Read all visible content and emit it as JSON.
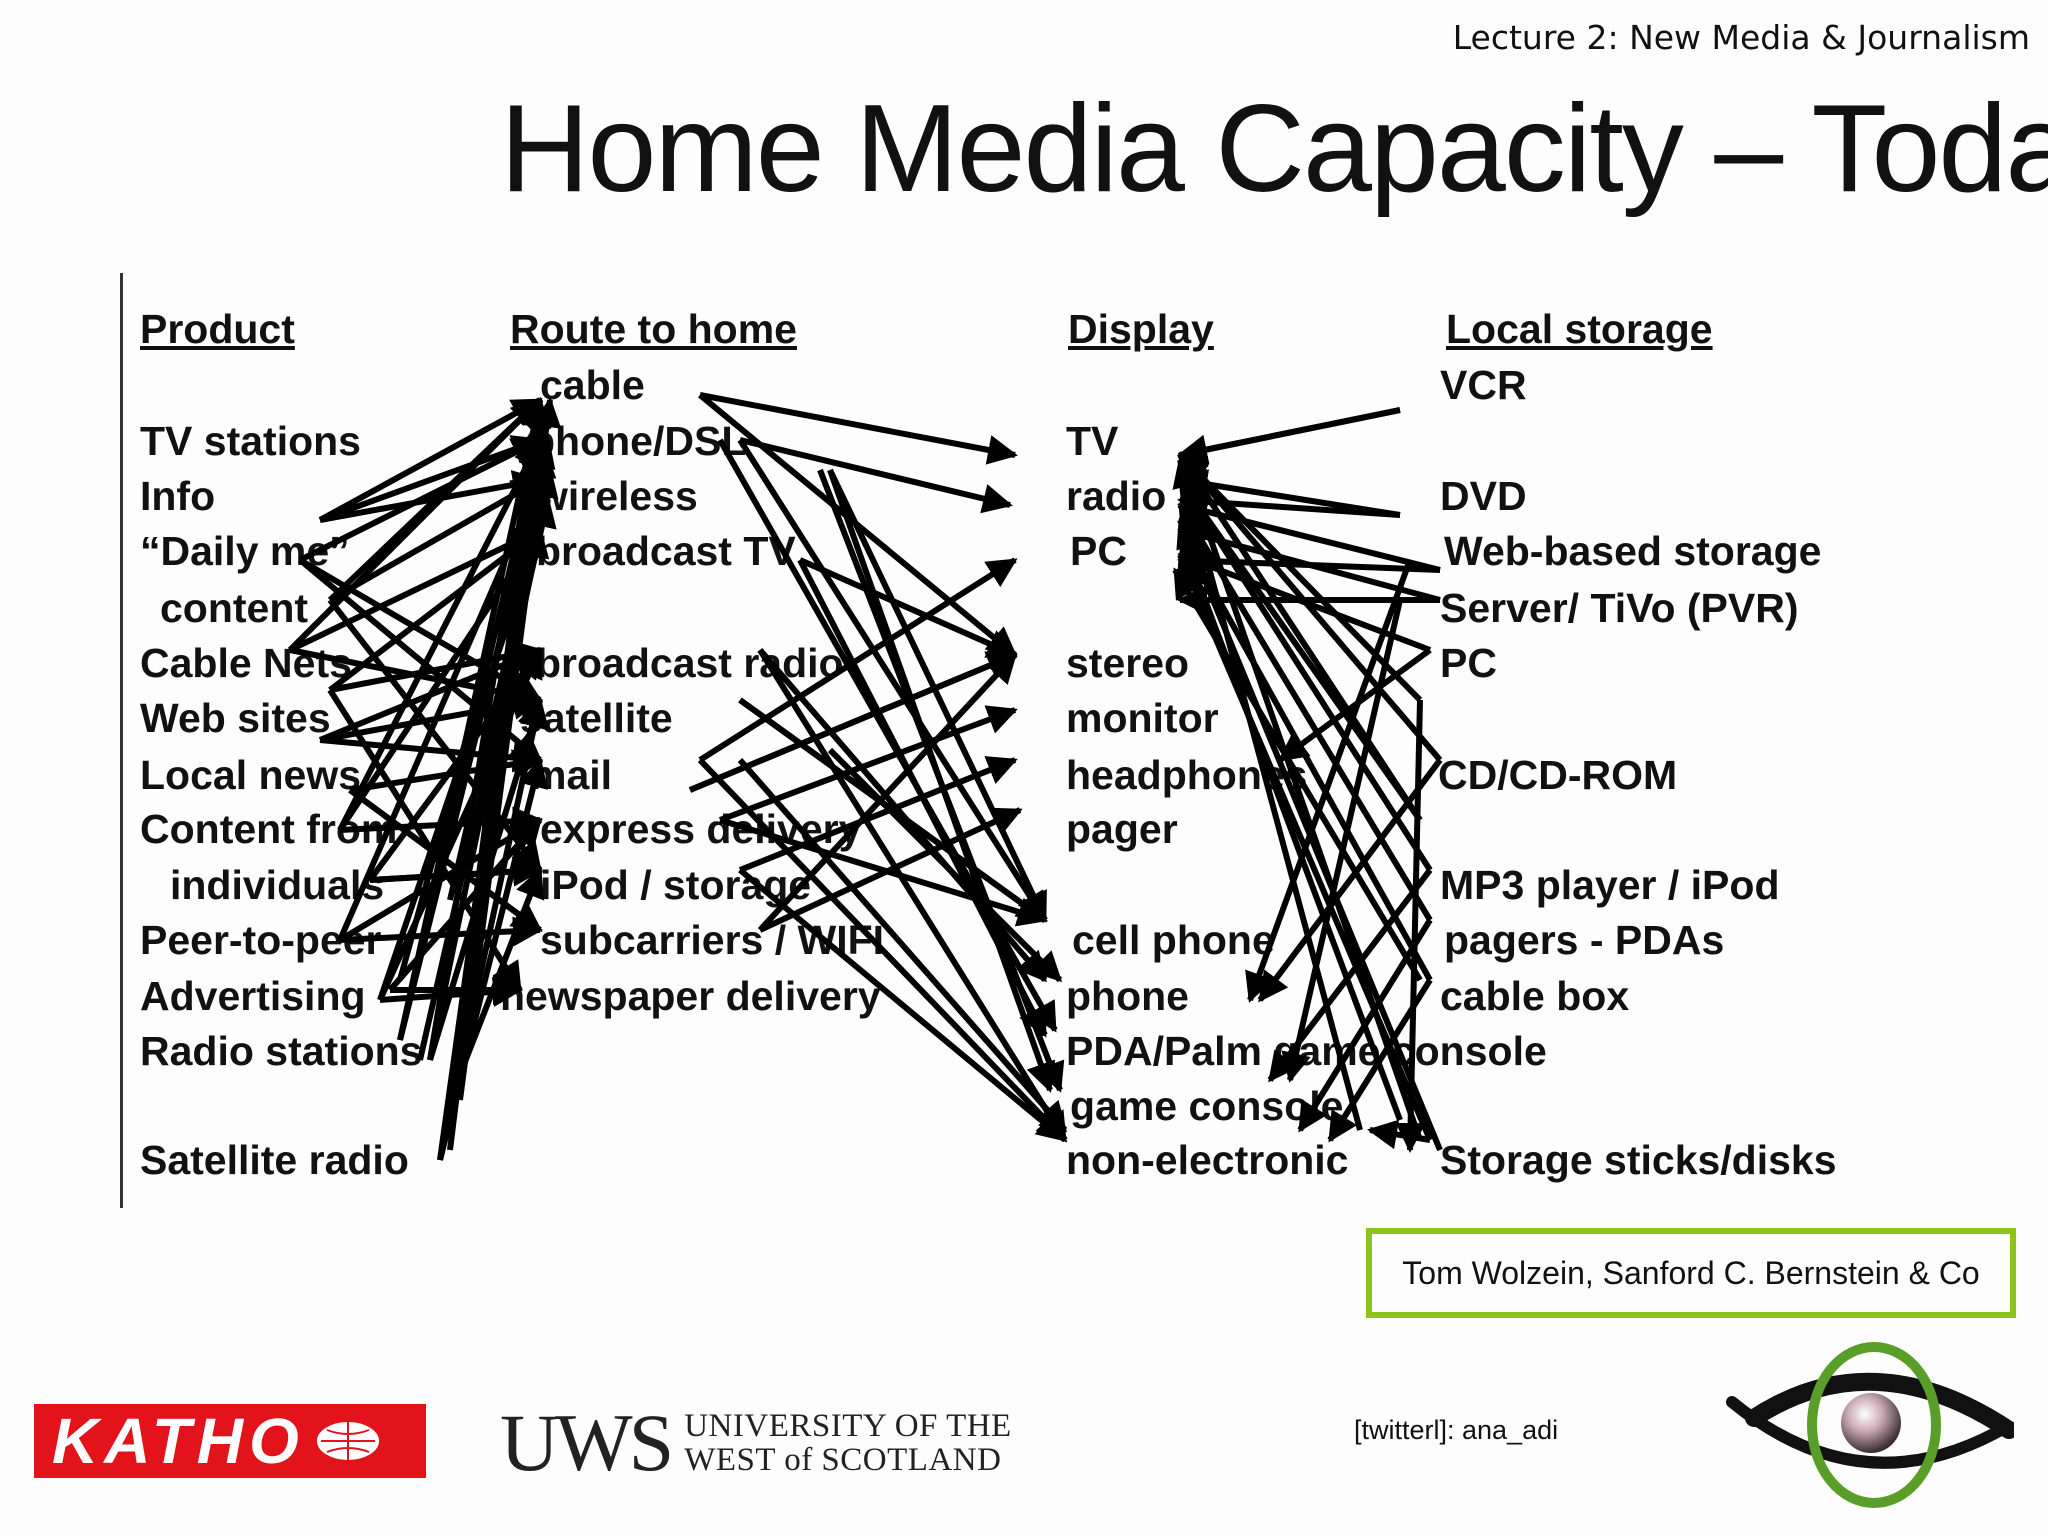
{
  "header": {
    "course": "Lecture 2: New Media & Journalism",
    "title": "Home Media Capacity – Today"
  },
  "diagram": {
    "columns": [
      {
        "header": "Product",
        "items": [
          "TV stations",
          "Info",
          "“Daily me”",
          "content",
          "Cable Nets",
          "Web sites",
          "Local news",
          "Content from",
          "individuals",
          "Peer-to-peer",
          "Advertising",
          "Radio stations",
          "Satellite radio"
        ]
      },
      {
        "header": "Route to home",
        "items": [
          "cable",
          "phone/DSL",
          "wireless",
          "broadcast TV",
          "broadcast radio",
          "satellite",
          "mail",
          "express delivery",
          "iPod / storage",
          "subcarriers / WIFI",
          "newspaper delivery"
        ]
      },
      {
        "header": "Display",
        "items": [
          "TV",
          "radio",
          "PC",
          "stereo",
          "monitor",
          "headphones",
          "pager",
          "cell phone",
          "phone",
          "PDA/Palm game console",
          "game console",
          "non-electronic"
        ]
      },
      {
        "header": "Local storage",
        "items": [
          "VCR",
          "DVD",
          "Web-based storage",
          "Server/ TiVo (PVR)",
          "PC",
          "CD/CD-ROM",
          "MP3 player / iPod",
          "pagers - PDAs",
          "cable box",
          "Storage sticks/disks"
        ]
      }
    ]
  },
  "citation": "Tom Wolzein, Sanford C. Bernstein & Co",
  "twitter": "[twitterl]: ana_adi",
  "logos": {
    "katho": "KATHO",
    "uws_mono": "UWS",
    "uws_line1": "UNIVERSITY OF THE",
    "uws_line2": "WEST of SCOTLAND"
  },
  "colors": {
    "frame_green": "#8ec31c",
    "katho_red": "#e3131b",
    "eye_green": "#5a9e2a"
  }
}
